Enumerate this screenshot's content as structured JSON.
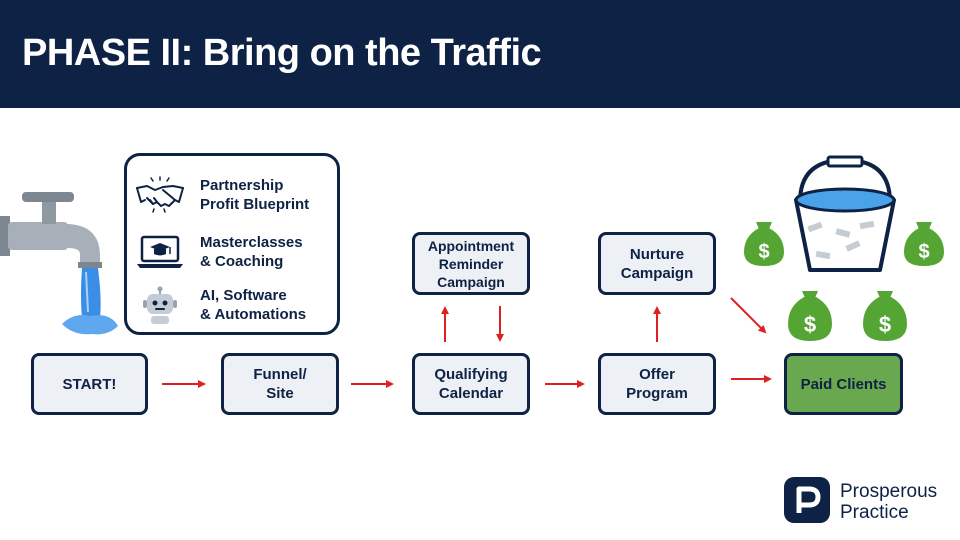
{
  "header": {
    "title": "PHASE II: Bring on the Traffic"
  },
  "services": [
    {
      "icon": "handshake-icon",
      "label": "Partnership\nProfit Blueprint"
    },
    {
      "icon": "laptop-graduation-cap-icon",
      "label": "Masterclasses\n& Coaching"
    },
    {
      "icon": "robot-icon",
      "label": "AI, Software\n& Automations"
    }
  ],
  "flow": {
    "start": "START!",
    "funnel": "Funnel/\nSite",
    "calendar": "Qualifying\nCalendar",
    "offer": "Offer\nProgram",
    "paid": "Paid Clients",
    "reminder": "Appointment\nReminder\nCampaign",
    "nurture": "Nurture\nCampaign"
  },
  "logo": {
    "text": "Prosperous\nPractice"
  },
  "colors": {
    "navy": "#0d2244",
    "arrow": "#e02020",
    "green": "#6aa84f",
    "money_green": "#55a535",
    "water": "#3a8ee6",
    "box_fill": "#edf0f5"
  }
}
